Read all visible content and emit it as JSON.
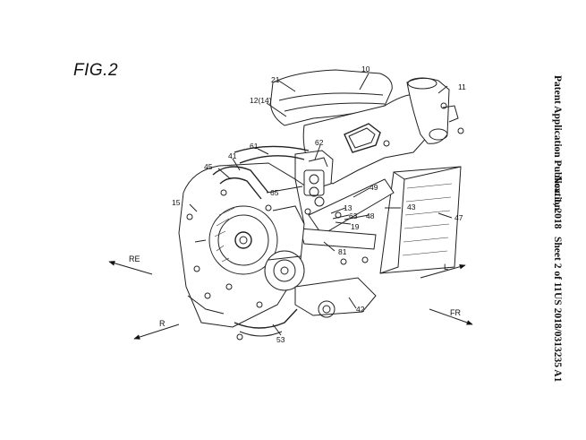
{
  "figure_title": "FIG.2",
  "header": {
    "publication": "Patent Application Publication",
    "date": "Nov. 1, 2018",
    "sheet": "Sheet 2 of 11",
    "number": "US 2018/0313235 A1"
  },
  "directions": {
    "re": "RE",
    "r": "R",
    "l": "L",
    "fr": "FR"
  },
  "labels": {
    "n10": "10",
    "n11": "11",
    "n12": "12(14)",
    "n13": "13",
    "n15": "15",
    "n19": "19",
    "n21": "21",
    "n41": "41",
    "n42": "42",
    "n43": "43",
    "n45": "45",
    "n47": "47",
    "n48": "48",
    "n49": "49",
    "n53": "53",
    "n61": "61",
    "n62": "62",
    "n63": "63",
    "n65": "65",
    "n81": "81"
  }
}
